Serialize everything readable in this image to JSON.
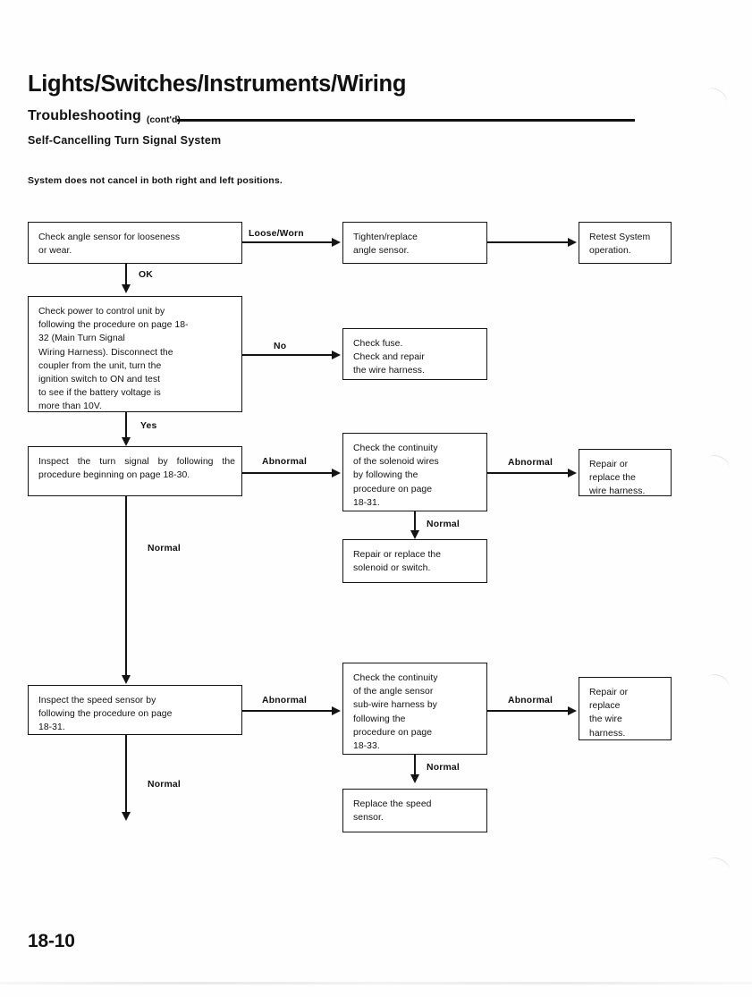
{
  "header": {
    "title": "Lights/Switches/Instruments/Wiring",
    "section": "Troubleshooting",
    "contd": "(cont'd)",
    "system": "Self-Cancelling Turn Signal System"
  },
  "intro": "System does not cancel in both\nright and left positions.",
  "page_number": "18-10",
  "flowchart": {
    "type": "flowchart",
    "boxes": [
      {
        "id": "b1",
        "text": "Check angle sensor for looseness\nor wear."
      },
      {
        "id": "b2",
        "text": "Tighten/replace\nangle sensor."
      },
      {
        "id": "b3",
        "text": "Retest System\noperation."
      },
      {
        "id": "b4",
        "text": "Check power to control unit by\nfollowing the procedure on page 18-\n32 (Main Turn Signal\nWiring Harness). Disconnect the\ncoupler from the unit, turn the\nignition switch to ON and test\nto see if the battery voltage is\nmore than 10V."
      },
      {
        "id": "b5",
        "text": "Check fuse.\nCheck and repair\nthe wire harness."
      },
      {
        "id": "b6",
        "text": "Inspect the turn signal by following the procedure beginning on page 18-30."
      },
      {
        "id": "b7",
        "text": "Check the continuity\nof the solenoid wires\nby following the\nprocedure on page\n18-31."
      },
      {
        "id": "b8",
        "text": "Repair or\nreplace the\nwire harness."
      },
      {
        "id": "b9",
        "text": "Repair or replace the\nsolenoid or switch."
      },
      {
        "id": "b10",
        "text": "Inspect the speed sensor by\nfollowing the procedure on page\n18-31."
      },
      {
        "id": "b11",
        "text": "Check the continuity\nof the angle sensor\nsub-wire harness by\nfollowing the\nprocedure on page\n18-33."
      },
      {
        "id": "b12",
        "text": "Repair or\nreplace\nthe wire\nharness."
      },
      {
        "id": "b13",
        "text": "Replace the speed\nsensor."
      }
    ],
    "edge_labels": {
      "loose_worn": "Loose/Worn",
      "ok": "OK",
      "no": "No",
      "yes": "Yes",
      "abnormal_1": "Abnormal",
      "abnormal_2": "Abnormal",
      "normal_1": "Normal",
      "normal_left_1": "Normal",
      "abnormal_3": "Abnormal",
      "abnormal_4": "Abnormal",
      "normal_2": "Normal",
      "normal_left_2": "Normal"
    }
  }
}
